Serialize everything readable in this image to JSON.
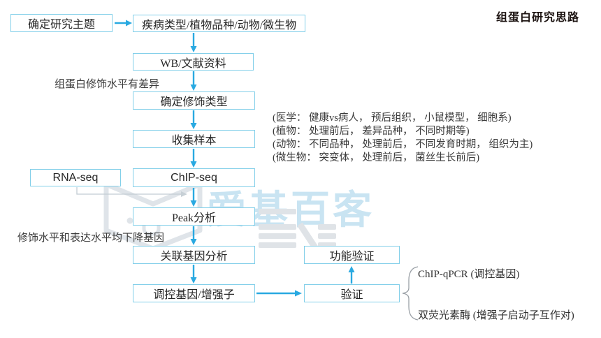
{
  "title": "组蛋白研究思路",
  "nodes": {
    "topic": "确定研究主题",
    "research_types": "疾病类型/植物品种/动物/微生物",
    "wb": "WB/文献资料",
    "mod_type": "确定修饰类型",
    "collect": "收集样本",
    "rna_seq": "RNA-seq",
    "chip_seq": "ChIP-seq",
    "peak": "Peak分析",
    "association": "关联基因分析",
    "function_verify": "功能验证",
    "regulate": "调控基因/增强子",
    "verify": "验证"
  },
  "annotations": {
    "diff_note": "组蛋白修饰水平有差异",
    "down_note": "修饰水平和表达水平均下降基因",
    "sample_notes": [
      "(医学： 健康vs病人， 预后组织， 小鼠模型， 细胞系)",
      "(植物： 处理前后， 差异品种， 不同时期等)",
      "(动物： 不同品种， 处理前后， 不同发育时期， 组织为主)",
      "(微生物： 突变体， 处理前后， 菌丝生长前后)"
    ],
    "verify_methods": [
      "ChIP-qPCR (调控基因)",
      "双荧光素酶 (增强子启动子互作对)"
    ]
  },
  "watermark": {
    "text": "爱基百客"
  },
  "colors": {
    "arrow": "#29a9e1",
    "box_border": "#82cfe9",
    "title_text": "#1d1412",
    "body_text": "#2a2a2a",
    "light_connector": "#c2ccd3",
    "brace": "#9aa0a6",
    "watermark_blue": "#c9e4f2",
    "watermark_gray": "#dfe3e7"
  }
}
